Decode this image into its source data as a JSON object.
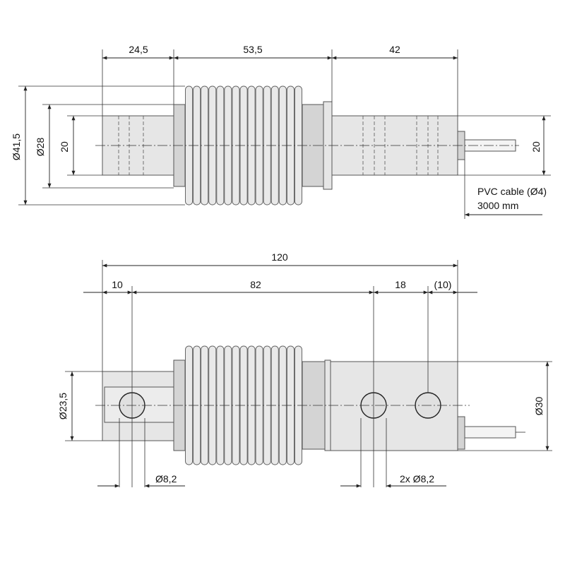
{
  "top_view": {
    "dims": {
      "len_left": "24,5",
      "len_mid": "53,5",
      "len_right": "42",
      "dia_outer": "Ø41,5",
      "dia_mid": "Ø28",
      "height_left": "20",
      "height_right": "20"
    },
    "cable_note": {
      "line1": "PVC cable (Ø4)",
      "line2": "3000 mm"
    }
  },
  "side_view": {
    "dims": {
      "total": "120",
      "end_left": "10",
      "hole_span": "82",
      "hole_spacing": "18",
      "end_right": "(10)",
      "dia_left": "Ø23,5",
      "dia_right": "Ø30",
      "hole_left": "Ø8,2",
      "hole_right": "2x Ø8,2"
    }
  },
  "colors": {
    "body": "#e6e6e6",
    "line": "#222222"
  }
}
